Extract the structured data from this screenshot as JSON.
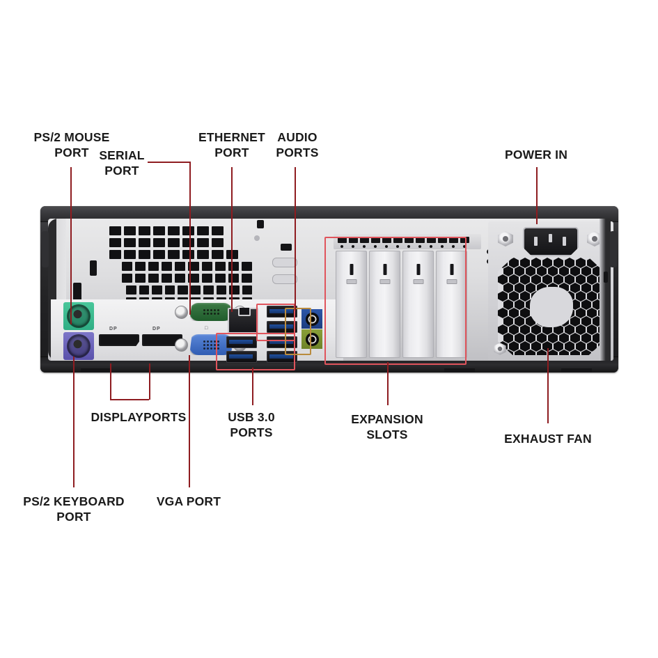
{
  "diagram": {
    "title": "Desktop PC rear panel port identification diagram",
    "background_color": "#ffffff",
    "leader_line_color": "#8e1c20",
    "highlight_color": "#e0545c",
    "label_color": "#1a1a1a"
  },
  "labels": {
    "ps2_mouse": "PS/2 MOUSE\nPORT",
    "serial": "SERIAL\nPORT",
    "ethernet": "ETHERNET\nPORT",
    "audio": "AUDIO\nPORTS",
    "power_in": "POWER IN",
    "displayports": "DISPLAYPORTS",
    "usb30": "USB 3.0\nPORTS",
    "expansion_slots": "EXPANSION\nSLOTS",
    "exhaust_fan": "EXHAUST FAN",
    "ps2_keyboard": "PS/2 KEYBOARD\nPORT",
    "vga": "VGA PORT"
  },
  "connectors": {
    "ps2_mouse_color": "#2fae84",
    "ps2_keyboard_color": "#5a51ab",
    "serial_color": "#1f5c2b",
    "vga_color": "#2f5cb3",
    "audio_line_in_color": "#1d3d80",
    "audio_line_out_color": "#6d8228",
    "usb_port_count": 6,
    "displayport_count": 2,
    "expansion_slot_count": 4,
    "displayport_tag": "DP"
  }
}
